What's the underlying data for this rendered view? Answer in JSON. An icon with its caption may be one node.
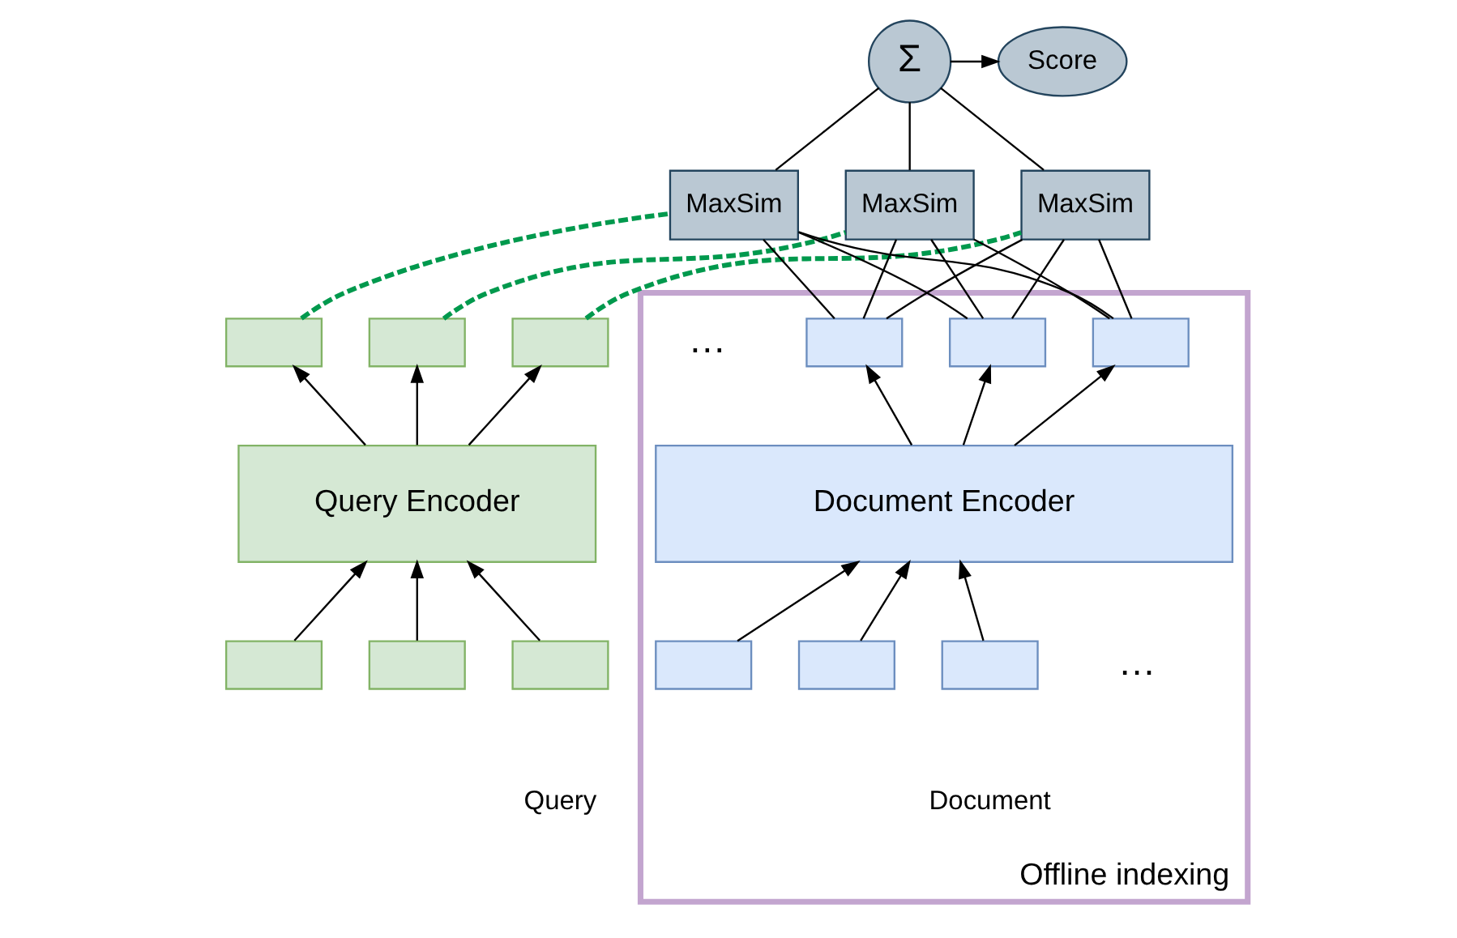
{
  "diagram": {
    "nodes": [
      {
        "text": [
          "Σ"
        ]
      },
      {
        "text": [
          "Score"
        ]
      },
      {
        "text": [
          "MaxSim"
        ]
      },
      {
        "text": [
          "MaxSim"
        ]
      },
      {
        "text": [
          "MaxSim"
        ]
      },
      {
        "text": [],
        "shape": "box"
      },
      {
        "text": [],
        "shape": "box"
      },
      {
        "text": [],
        "shape": "box"
      },
      {
        "text": [
          "Query Encoder"
        ]
      },
      {
        "text": [],
        "shape": "box"
      },
      {
        "text": [],
        "shape": "box"
      },
      {
        "text": [],
        "shape": "box"
      },
      {
        "text": [
          "Offline indexing"
        ]
      },
      {
        "text": [],
        "shape": "box",
        "in": 12
      },
      {
        "text": [],
        "shape": "box",
        "in": 12
      },
      {
        "text": [],
        "shape": "box",
        "in": 12
      },
      {
        "text": [
          "Document Encoder"
        ],
        "in": 12
      },
      {
        "text": [],
        "shape": "box",
        "in": 12
      },
      {
        "text": [],
        "shape": "box",
        "in": 12
      },
      {
        "text": [],
        "shape": "box",
        "in": 12
      }
    ],
    "edges": [
      {
        "from": 0,
        "to": 1,
        "arrow": "to"
      },
      {
        "from": 2,
        "to": 0,
        "arrow": "none"
      },
      {
        "from": 3,
        "to": 0,
        "arrow": "none"
      },
      {
        "from": 4,
        "to": 0,
        "arrow": "none"
      },
      {
        "from": 5,
        "to": 2,
        "arrow": "none",
        "style": "dashed",
        "color": "#00994d"
      },
      {
        "from": 6,
        "to": 3,
        "arrow": "none",
        "style": "dashed",
        "color": "#00994d"
      },
      {
        "from": 7,
        "to": 4,
        "arrow": "none",
        "style": "dashed",
        "color": "#00994d"
      },
      {
        "from": 13,
        "to": 2,
        "arrow": "none"
      },
      {
        "from": 14,
        "to": 2,
        "arrow": "none"
      },
      {
        "from": 15,
        "to": 2,
        "arrow": "none"
      },
      {
        "from": 13,
        "to": 3,
        "arrow": "none"
      },
      {
        "from": 14,
        "to": 3,
        "arrow": "none"
      },
      {
        "from": 15,
        "to": 3,
        "arrow": "none"
      },
      {
        "from": 13,
        "to": 4,
        "arrow": "none"
      },
      {
        "from": 14,
        "to": 4,
        "arrow": "none"
      },
      {
        "from": 15,
        "to": 4,
        "arrow": "none"
      },
      {
        "from": 8,
        "to": 5,
        "arrow": "to"
      },
      {
        "from": 8,
        "to": 6,
        "arrow": "to"
      },
      {
        "from": 8,
        "to": 7,
        "arrow": "to"
      },
      {
        "from": 9,
        "to": 8,
        "arrow": "to"
      },
      {
        "from": 10,
        "to": 8,
        "arrow": "to"
      },
      {
        "from": 11,
        "to": 8,
        "arrow": "to"
      },
      {
        "from": 16,
        "to": 13,
        "arrow": "to"
      },
      {
        "from": 16,
        "to": 14,
        "arrow": "to"
      },
      {
        "from": 16,
        "to": 15,
        "arrow": "to"
      },
      {
        "from": 17,
        "to": 16,
        "arrow": "to"
      },
      {
        "from": 18,
        "to": 16,
        "arrow": "to"
      },
      {
        "from": 19,
        "to": 16,
        "arrow": "to"
      }
    ],
    "labels": [
      "…",
      "…",
      "Query",
      "Document"
    ]
  }
}
